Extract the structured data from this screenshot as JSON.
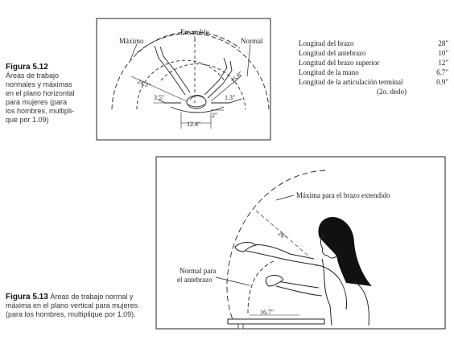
{
  "fig512": {
    "caption_label": "Figura 5.12",
    "caption_lines": [
      "Áreas de trabajo",
      "normales y máximas",
      "en el plano horizontal",
      "para mujeres (para",
      "los hombres, multipli-",
      "que por 1.09)"
    ],
    "labels": {
      "ensamble": "Ensamble",
      "maximo": "Máximo",
      "normal": "Normal",
      "dim_243": "24.3\"",
      "dim_158": "15.8\"",
      "dim_35": "3.5\"",
      "dim_13": "1.3\"",
      "dim_2": "2\"",
      "dim_124": "12.4\""
    },
    "table": {
      "rows": [
        {
          "label": "Longitud del brazo",
          "value": "28\""
        },
        {
          "label": "Longitud del antebrazo",
          "value": "10\""
        },
        {
          "label": "Longitud del brazo superior",
          "value": "12\""
        },
        {
          "label": "Longitud de la mano",
          "value": "6.7\""
        },
        {
          "label": "Longitud de la articulación terminal",
          "value": "0.9\""
        }
      ],
      "sub": "(2o. dedo)"
    }
  },
  "fig513": {
    "caption_label": "Figura 5.13",
    "caption_text": "Áreas de trabajo normal y máxima en el plano vertical para mujeres (para los hombres, multiplique por 1.09).",
    "labels": {
      "maxima": "Máxima para el brazo extendido",
      "normal_line1": "Normal para",
      "normal_line2": "el antebrazo",
      "dim_28": "28\"",
      "dim_167": "16.7\""
    }
  }
}
